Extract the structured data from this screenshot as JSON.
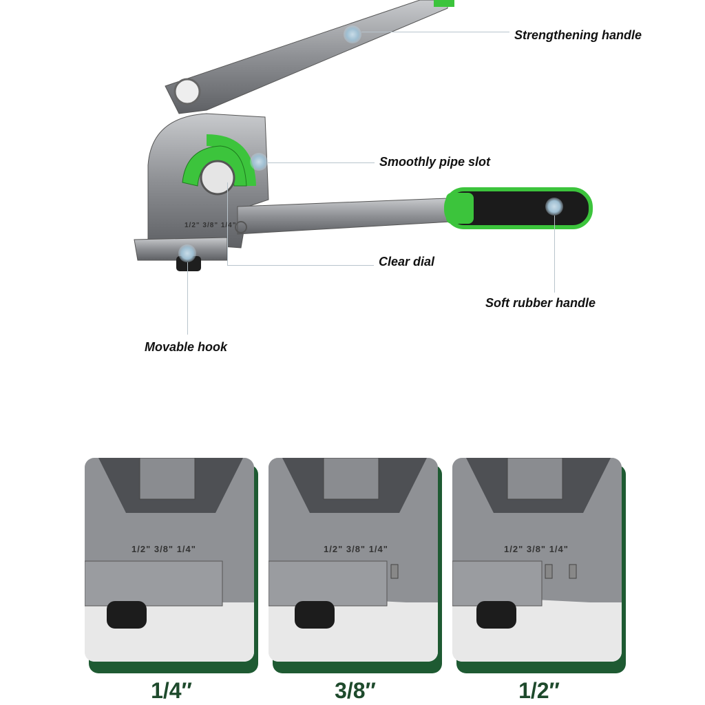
{
  "callouts": {
    "strengthening_handle": "Strengthening handle",
    "pipe_slot": "Smoothly pipe slot",
    "clear_dial": "Clear dial",
    "rubber_handle": "Soft rubber handle",
    "movable_hook": "Movable hook"
  },
  "dial_scale": "1/2\" 3/8\" 1/4\"",
  "panels": [
    {
      "caption": "1/4″"
    },
    {
      "caption": "3/8″"
    },
    {
      "caption": "1/2″"
    }
  ],
  "colors": {
    "accent_green": "#3cc43c",
    "panel_shadow": "#1e5a32",
    "caption": "#1e4a2c",
    "metal": "#9a9ca0"
  }
}
